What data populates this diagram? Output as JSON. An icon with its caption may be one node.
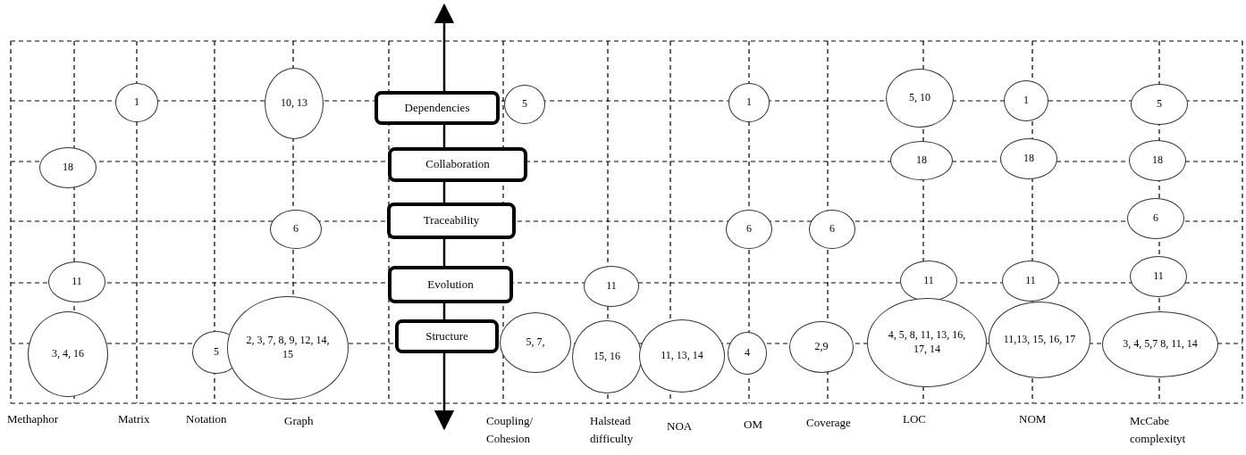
{
  "diagram": {
    "nodes": [
      {
        "text": [
          "Dependencies"
        ]
      },
      {
        "text": [
          "Collaboration"
        ]
      },
      {
        "text": [
          "Traceability"
        ]
      },
      {
        "text": [
          "Evolution"
        ]
      },
      {
        "text": [
          "Structure"
        ]
      },
      {
        "text": [
          "1"
        ]
      },
      {
        "text": [
          "10, 13"
        ]
      },
      {
        "text": [
          "5"
        ]
      },
      {
        "text": [
          "1"
        ]
      },
      {
        "text": [
          "5, 10"
        ]
      },
      {
        "text": [
          "1"
        ]
      },
      {
        "text": [
          "5"
        ]
      },
      {
        "text": [
          "18"
        ]
      },
      {
        "text": [
          "18"
        ]
      },
      {
        "text": [
          "18"
        ]
      },
      {
        "text": [
          "18"
        ]
      },
      {
        "text": [
          "6"
        ]
      },
      {
        "text": [
          "6"
        ]
      },
      {
        "text": [
          "6"
        ]
      },
      {
        "text": [
          "6"
        ]
      },
      {
        "text": [
          "11"
        ]
      },
      {
        "text": [
          "11"
        ]
      },
      {
        "text": [
          "11"
        ]
      },
      {
        "text": [
          "11"
        ]
      },
      {
        "text": [
          "11"
        ]
      },
      {
        "text": [
          "3, 4, 16"
        ]
      },
      {
        "text": [
          "5"
        ]
      },
      {
        "text": [
          "2, 3, 7, 8, 9, 12, 14, 15"
        ]
      },
      {
        "text": [
          "5, 7,"
        ]
      },
      {
        "text": [
          "15, 16"
        ]
      },
      {
        "text": [
          "11, 13, 14"
        ]
      },
      {
        "text": [
          "4"
        ]
      },
      {
        "text": [
          "2,9"
        ]
      },
      {
        "text": [
          "4, 5, 8, 11, 13, 16, 17, 14"
        ]
      },
      {
        "text": [
          "11,13, 15, 16, 17"
        ]
      },
      {
        "text": [
          "3, 4, 5,7 8, 11, 14"
        ]
      }
    ],
    "labels": [
      "Methaphor",
      "Matrix",
      "Notation",
      "Graph",
      "Coupling/ Cohesion",
      "Halstead difficulty",
      "NOA",
      "OM",
      "Coverage",
      "LOC",
      "NOM",
      "McCabe complexityt"
    ]
  }
}
